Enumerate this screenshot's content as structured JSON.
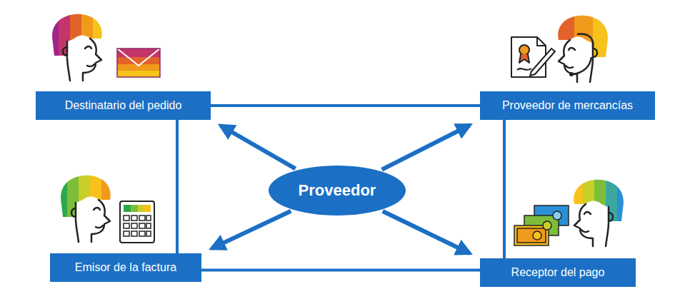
{
  "diagram": {
    "nodes": [
      {
        "text": [
          "Destinatario del pedido"
        ]
      },
      {
        "text": [
          "Proveedor de mercancías"
        ]
      },
      {
        "text": [
          "Proveedor"
        ]
      },
      {
        "text": [
          "Emisor de la factura"
        ]
      },
      {
        "text": [
          "Receptor del pago"
        ]
      }
    ],
    "edges": [
      {
        "from": 0,
        "to": 1,
        "arrow": "none"
      },
      {
        "from": 0,
        "to": 3,
        "arrow": "none"
      },
      {
        "from": 1,
        "to": 4,
        "arrow": "none"
      },
      {
        "from": 3,
        "to": 4,
        "arrow": "none"
      },
      {
        "from": 2,
        "to": 0,
        "arrow": "to"
      },
      {
        "from": 2,
        "to": 1,
        "arrow": "to"
      },
      {
        "from": 2,
        "to": 3,
        "arrow": "to"
      },
      {
        "from": 2,
        "to": 4,
        "arrow": "to"
      }
    ]
  }
}
